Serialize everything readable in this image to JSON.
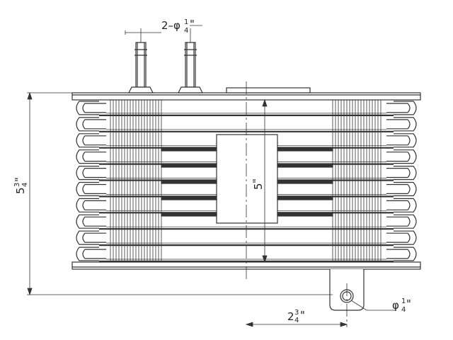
{
  "dimensions": {
    "tube_spec": {
      "prefix": "2–φ",
      "num": "1",
      "den": "4",
      "unit": "\""
    },
    "height_outer": {
      "whole": "5",
      "num": "3",
      "den": "4",
      "unit": "\""
    },
    "height_inner": {
      "whole": "5",
      "unit": "\""
    },
    "bracket_offset": {
      "whole": "2",
      "num": "3",
      "den": "4",
      "unit": "\""
    },
    "hole_dia": {
      "prefix": "φ",
      "num": "1",
      "den": "4",
      "unit": "\""
    }
  },
  "colors": {
    "line": "#333333",
    "background": "#ffffff"
  }
}
